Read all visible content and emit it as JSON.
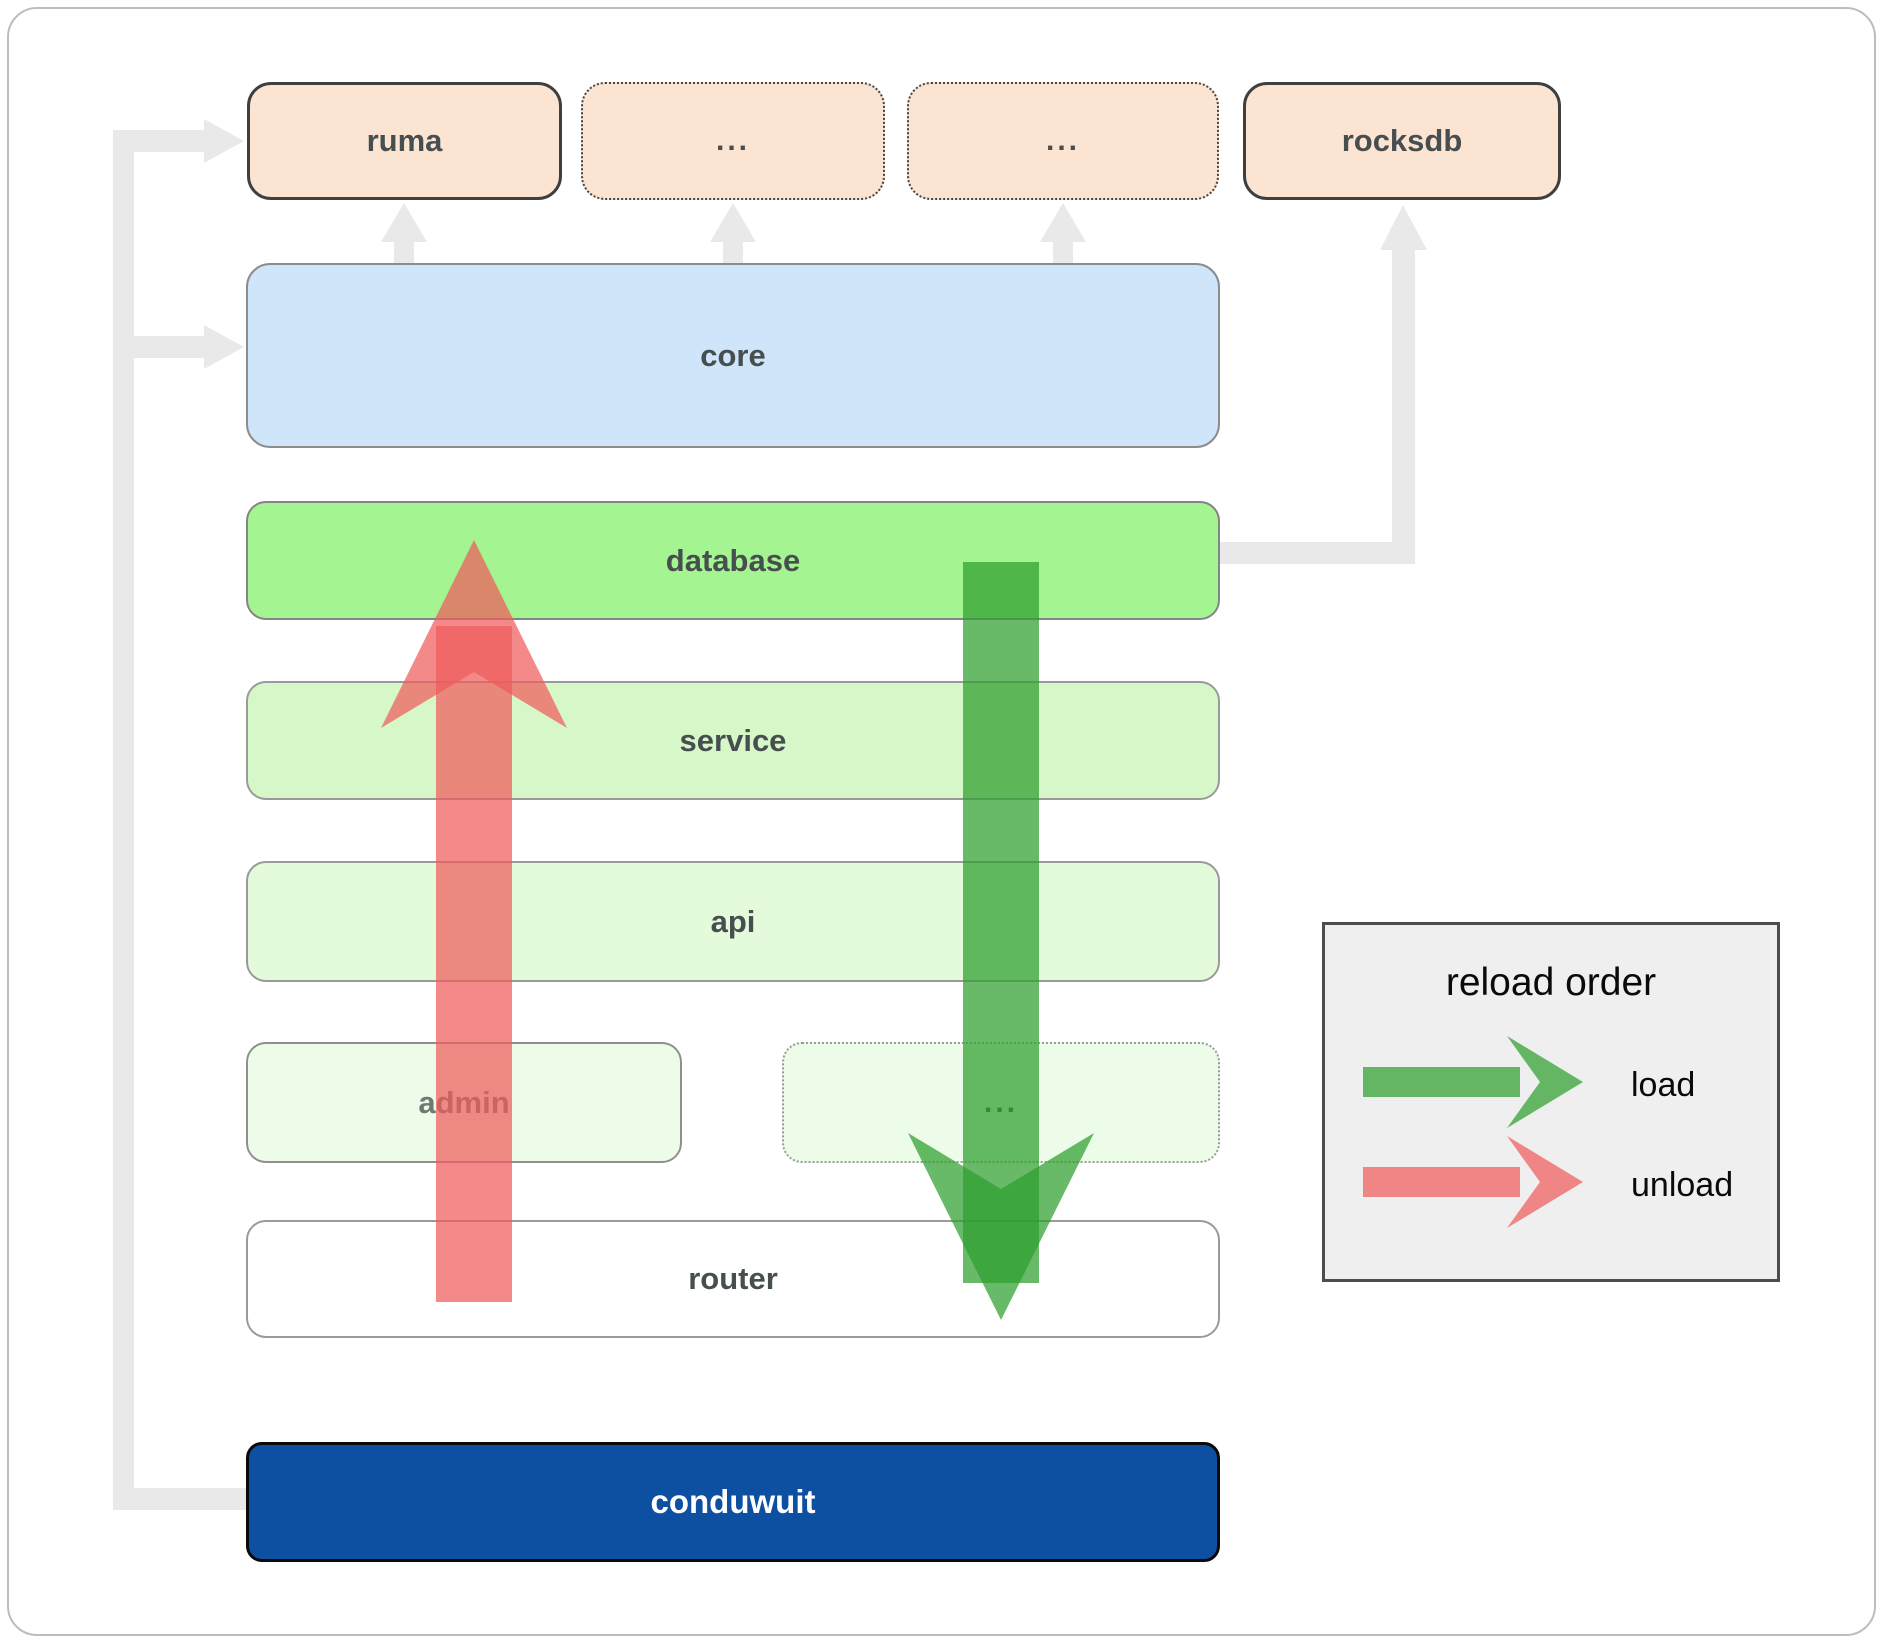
{
  "boxes": {
    "ruma": "ruma",
    "dots_top_a": "...",
    "dots_top_b": "...",
    "rocksdb": "rocksdb",
    "core": "core",
    "database": "database",
    "service": "service",
    "api": "api",
    "admin": "admin",
    "dots_bottom": "...",
    "router": "router",
    "conduwuit": "conduwuit"
  },
  "legend": {
    "title": "reload order",
    "load_label": "load",
    "unload_label": "unload"
  },
  "colors": {
    "load_arrow": "#2e9e2e",
    "unload_arrow": "#ee5b5b",
    "connector": "#e9e9e9",
    "peach_fill": "#fce4d2",
    "core_fill": "#cfe5fa",
    "database_fill": "#a4f591",
    "service_fill": "#d6f8c9",
    "api_fill": "#e3fbda",
    "admin_fill": "#edfce8",
    "conduwuit_fill": "#0d4fa1",
    "legend_bg": "#efefef"
  }
}
